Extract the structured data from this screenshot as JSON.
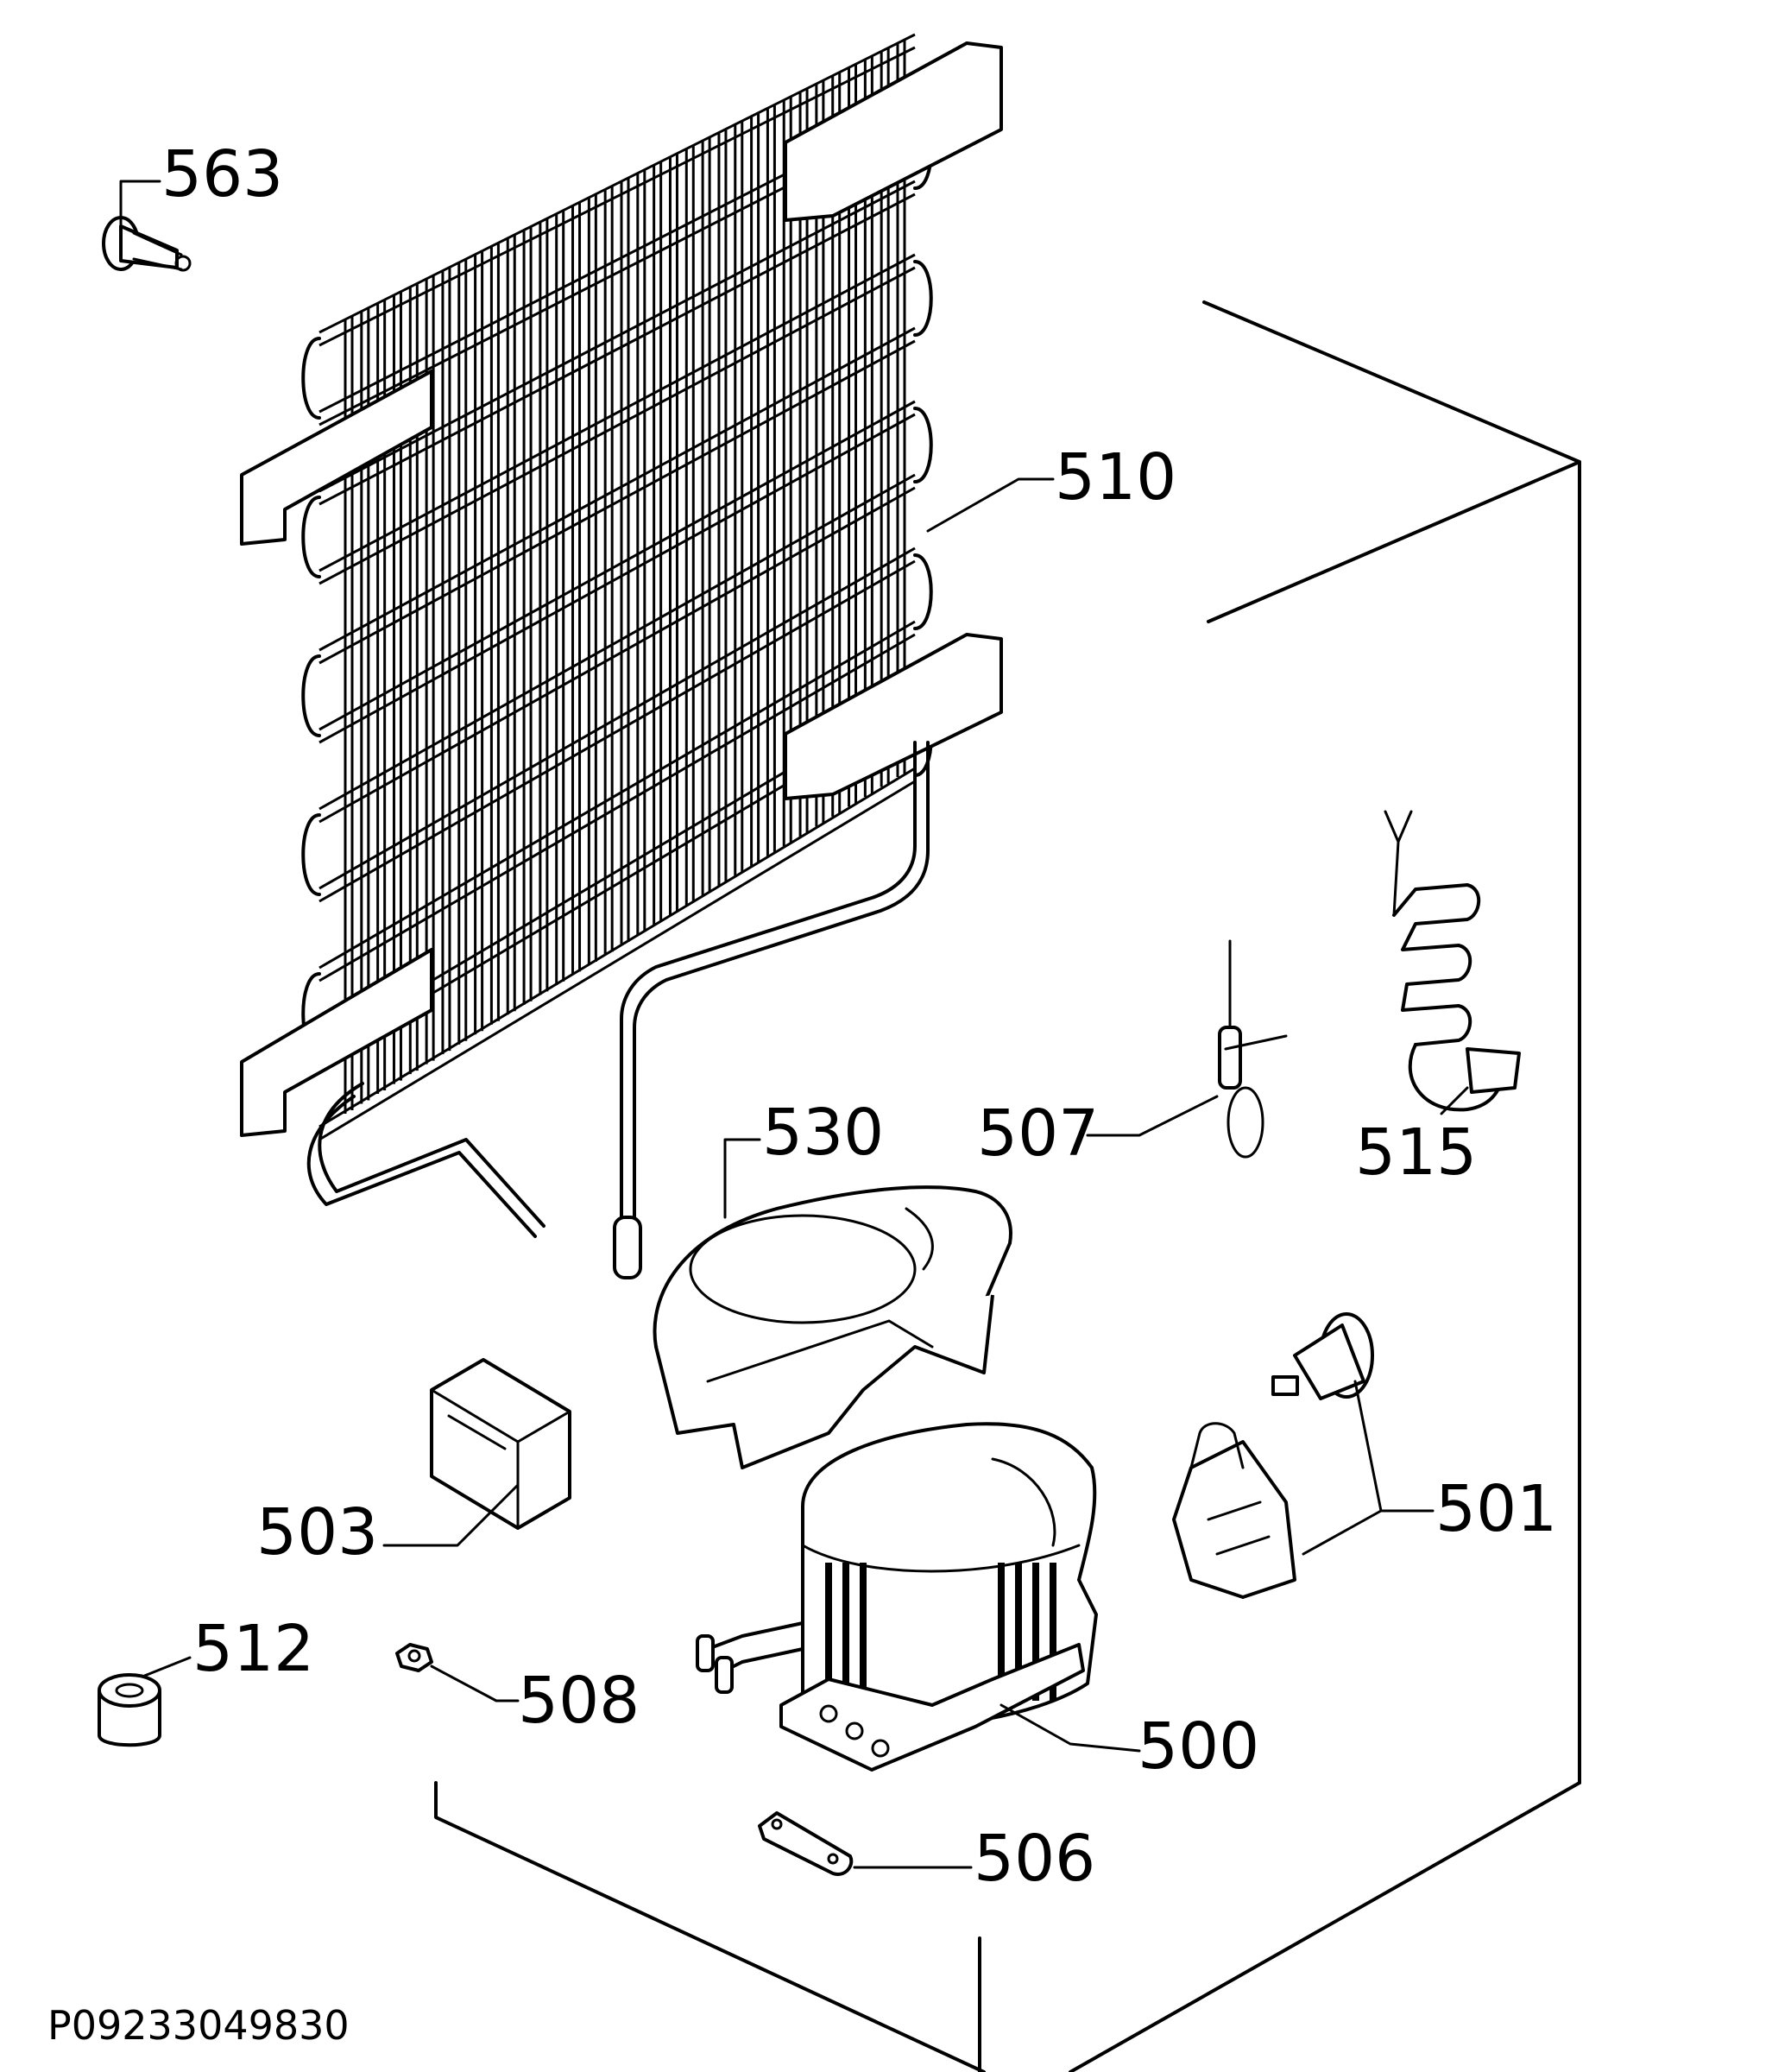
{
  "parts": [
    {
      "id": "563",
      "label": "563"
    },
    {
      "id": "510",
      "label": "510"
    },
    {
      "id": "530",
      "label": "530"
    },
    {
      "id": "507",
      "label": "507"
    },
    {
      "id": "515",
      "label": "515"
    },
    {
      "id": "503",
      "label": "503"
    },
    {
      "id": "501",
      "label": "501"
    },
    {
      "id": "512",
      "label": "512"
    },
    {
      "id": "508",
      "label": "508"
    },
    {
      "id": "500",
      "label": "500"
    },
    {
      "id": "506",
      "label": "506"
    }
  ],
  "drawing_code": "P09233049830"
}
